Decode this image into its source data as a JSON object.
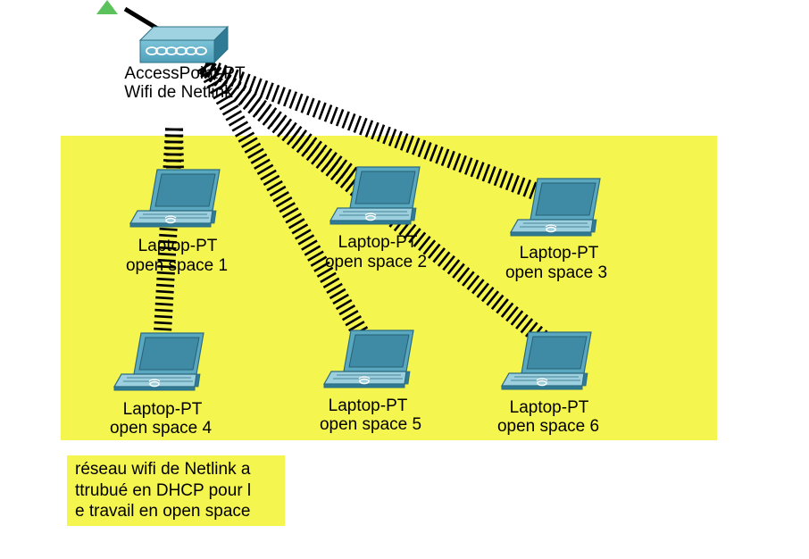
{
  "access_point": {
    "type_label": "AccessPoint-PT",
    "name_label": "Wifi de Netlink"
  },
  "laptops": [
    {
      "type_label": "Laptop-PT",
      "name_label": "open space 1"
    },
    {
      "type_label": "Laptop-PT",
      "name_label": "open space 2"
    },
    {
      "type_label": "Laptop-PT",
      "name_label": "open space 3"
    },
    {
      "type_label": "Laptop-PT",
      "name_label": "open space 4"
    },
    {
      "type_label": "Laptop-PT",
      "name_label": "open space 5"
    },
    {
      "type_label": "Laptop-PT",
      "name_label": "open space 6"
    }
  ],
  "note": {
    "lines": [
      "réseau wifi de Netlink a",
      "ttrubué en DHCP pour l",
      "e travail en open space"
    ]
  },
  "colors": {
    "zone_fill": "#f5f54f",
    "device_teal": "#4e9fb8",
    "link_green": "#5cc35c"
  }
}
